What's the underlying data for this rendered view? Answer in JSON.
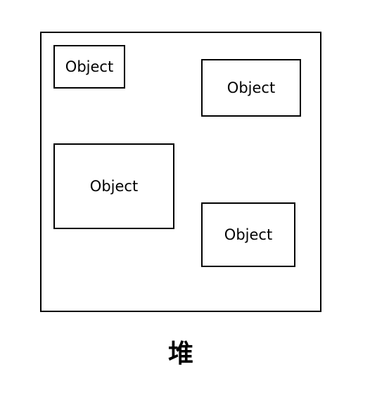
{
  "heap": {
    "label": "堆",
    "objects": [
      {
        "label": "Object"
      },
      {
        "label": "Object"
      },
      {
        "label": "Object"
      },
      {
        "label": "Object"
      }
    ]
  },
  "colors": {
    "stroke": "#000000",
    "background": "#ffffff"
  }
}
